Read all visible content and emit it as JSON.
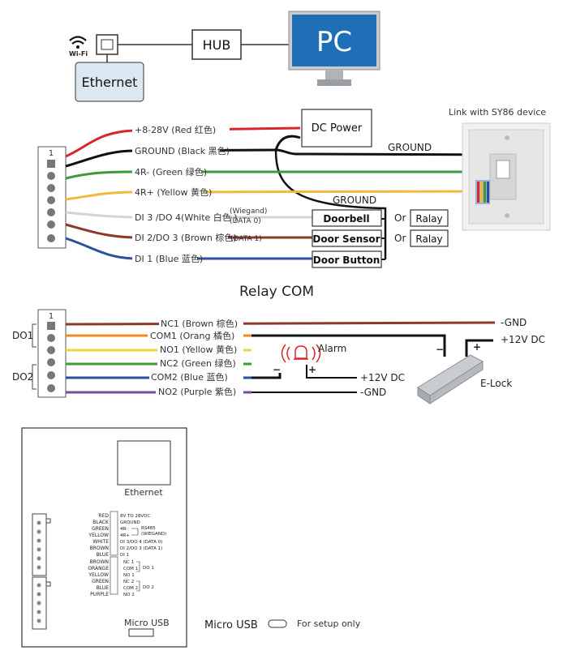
{
  "network": {
    "wifi_label": "Wi-Fi",
    "ethernet_label": "Ethernet",
    "hub_label": "HUB",
    "pc_label": "PC"
  },
  "power_section": {
    "terminal_number": "1",
    "dc_power_label": "DC Power",
    "ground_right": "GROUND",
    "ground_mid": "GROUND",
    "sy86_label": "Link with  SY86 device",
    "wiegand_note": "(Wiegand)",
    "data0_note": "(DATA 0)",
    "data1_note": "(DATA 1)",
    "or_label": "Or",
    "wires": [
      {
        "label": "+8-28V (Red 红色)",
        "color": "#d8262b"
      },
      {
        "label": "GROUND (Black 黑色)",
        "color": "#111111"
      },
      {
        "label": "4R- (Green 绿色)",
        "color": "#3f9a3a"
      },
      {
        "label": "4R+ (Yellow 黄色)",
        "color": "#f0b93a"
      },
      {
        "label": "DI 3 /DO 4(White 白色 )",
        "color": "#dddddd"
      },
      {
        "label": "DI 2/DO 3 (Brown 棕色)",
        "color": "#8b3a2a"
      },
      {
        "label": "DI 1 (Blue 蓝色)",
        "color": "#2c4f9e"
      }
    ],
    "devices": [
      "Doorbell",
      "Door Sensor",
      "Door Button"
    ],
    "relays": [
      "Ralay",
      "Ralay"
    ]
  },
  "relay_section": {
    "title": "Relay COM",
    "terminal_number": "1",
    "do1_label": "DO1",
    "do2_label": "DO2",
    "alarm_label": "Alarm",
    "elock_label": "E-Lock",
    "gnd_top": "-GND",
    "plus12_top": "+12V DC",
    "plus12_mid": "+12V DC",
    "gnd_bottom": "-GND",
    "minus": "−",
    "plus": "+",
    "wires": [
      {
        "label": "NC1 (Brown 棕色)",
        "color": "#8b3a2a"
      },
      {
        "label": "COM1 (Orang 橘色)",
        "color": "#ef8a2a"
      },
      {
        "label": "NO1 (Yellow 黄色)",
        "color": "#f0d33a"
      },
      {
        "label": "NC2 (Green 绿色)",
        "color": "#3f9a3a"
      },
      {
        "label": "COM2 (Blue  蓝色)",
        "color": "#2c4f9e"
      },
      {
        "label": "NO2 (Purple 紫色)",
        "color": "#7c4aa0"
      }
    ]
  },
  "board": {
    "ethernet_label": "Ethernet",
    "micro_usb_label": "Micro USB",
    "micro_usb_side": "Micro USB",
    "setup_note": "For setup only",
    "left_colors_top": [
      "RED",
      "BLACK",
      "GREEN",
      "YELLOW",
      "WHITE",
      "BROWN",
      "BLUE"
    ],
    "right_funcs_top": [
      "8V TO 28VDC",
      "GROUND",
      "4R-",
      "4R+",
      "DI 3/DO 4 (DATA 0)",
      "DI 2/DO 3 (DATA 1)",
      "DI 1"
    ],
    "rs485": "RS485",
    "wiegand": "(WIEGAND)",
    "left_colors_bottom": [
      "BROWN",
      "ORANGE",
      "YELLOW",
      "GREEN",
      "BLUE",
      "PURPLE"
    ],
    "right_funcs_bottom": [
      "NC 1",
      "COM 1",
      "NO 1",
      "NC 2",
      "COM 2",
      "NO 2"
    ],
    "do1": "DO 1",
    "do2": "DO 2"
  }
}
